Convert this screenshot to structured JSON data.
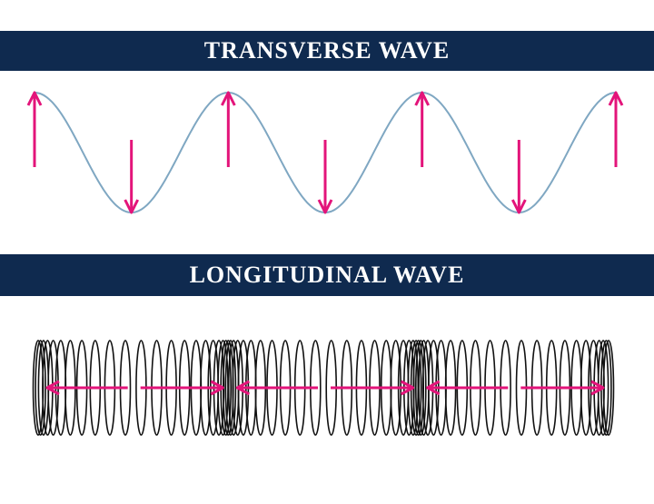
{
  "headers": {
    "transverse": "TRANSVERSE WAVE",
    "longitudinal": "LONGITUDINAL WAVE"
  },
  "colors": {
    "banner_background": "#0f2a4f",
    "banner_text": "#ffffff",
    "wave_line": "#7fa7c2",
    "arrow": "#e3147a",
    "coil": "#111111"
  },
  "transverse": {
    "peaks": 4,
    "troughs": 3
  },
  "longitudinal": {
    "compressions": 4,
    "arrows": [
      {
        "direction": "left"
      },
      {
        "direction": "right"
      },
      {
        "direction": "left"
      },
      {
        "direction": "right"
      },
      {
        "direction": "left"
      },
      {
        "direction": "right"
      }
    ]
  }
}
